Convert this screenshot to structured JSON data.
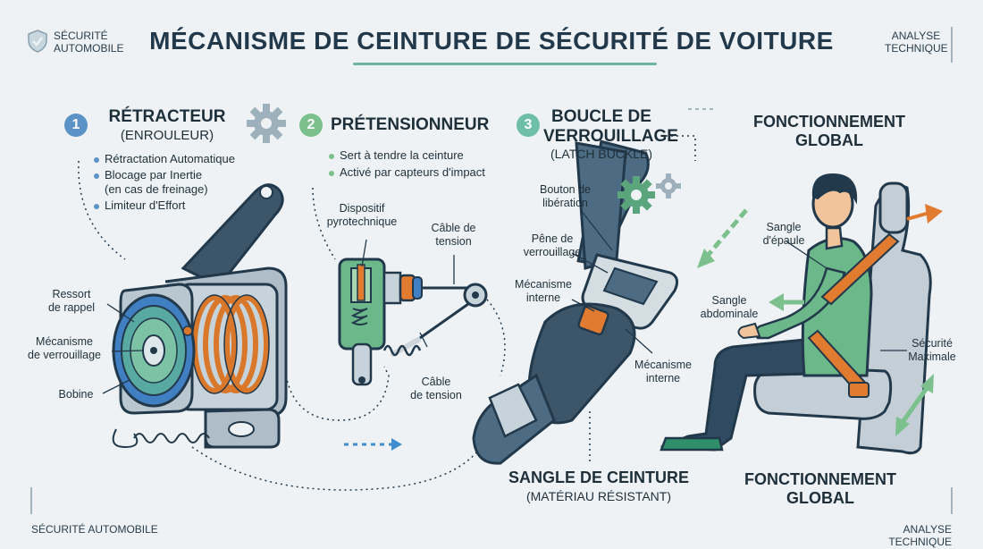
{
  "header": {
    "title": "MÉCANISME DE CEINTURE DE SÉCURITÉ DE VOITURE",
    "left_badge": [
      "SÉCURITÉ",
      "AUTOMOBILE"
    ],
    "right_badge": [
      "ANALYSE",
      "TECHNIQUE"
    ],
    "shield_icon": "shield-check-icon"
  },
  "footer": {
    "left": "SÉCURITÉ AUTOMOBILE",
    "right": "ANALYSE TECHNIQUE"
  },
  "sections": {
    "retracteur": {
      "number": "1",
      "title": "RÉTRACTEUR",
      "subtitle": "(ENROULEUR)",
      "color": "#5b93c7",
      "bullets": [
        "Rétractation Automatique",
        "Blocage par Inertie",
        "(en cas de freinage)",
        "Limiteur d'Effort"
      ],
      "labels": {
        "ressort": [
          "Ressort",
          "de rappel"
        ],
        "mecanisme": [
          "Mécanisme",
          "de verrouillage"
        ],
        "bobine": "Bobine"
      }
    },
    "pretensionneur": {
      "number": "2",
      "title": "PRÉTENSIONNEUR",
      "color": "#7cc08e",
      "bullets": [
        "Sert à tendre la ceinture",
        "Activé par capteurs d'impact"
      ],
      "labels": {
        "dispositif": [
          "Dispositif",
          "pyrotechnique"
        ],
        "cable1": [
          "Câble de",
          "tension"
        ],
        "cable2": [
          "Câble",
          "de tension"
        ]
      }
    },
    "boucle": {
      "number": "3",
      "title": [
        "BOUCLE DE",
        "VERROUILLAGE"
      ],
      "subtitle": "(LATCH BUCKLE)",
      "color": "#6fbfa7",
      "labels": {
        "bouton": [
          "Bouton de",
          "libération"
        ],
        "pene": [
          "Pêne de",
          "verrouillage"
        ],
        "meca_interne1": [
          "Mécanisme",
          "interne"
        ],
        "meca_interne2": [
          "Mécanisme",
          "interne"
        ]
      },
      "sangle": {
        "title": "SANGLE DE CEINTURE",
        "subtitle": "(MATÉRIAU RÉSISTANT)"
      }
    },
    "global": {
      "title_top": [
        "FONCTIONNEMENT",
        "GLOBAL"
      ],
      "title_bottom": [
        "FONCTIONNEMENT",
        "GLOBAL"
      ],
      "labels": {
        "epaule": [
          "Sangle",
          "d'épaule"
        ],
        "abdominale": [
          "Sangle",
          "abdominale"
        ],
        "securite": [
          "Sécurité",
          "Maximale"
        ]
      }
    }
  },
  "icons": [
    "gear-icon",
    "gear-pair-icon",
    "arrow-icon"
  ]
}
